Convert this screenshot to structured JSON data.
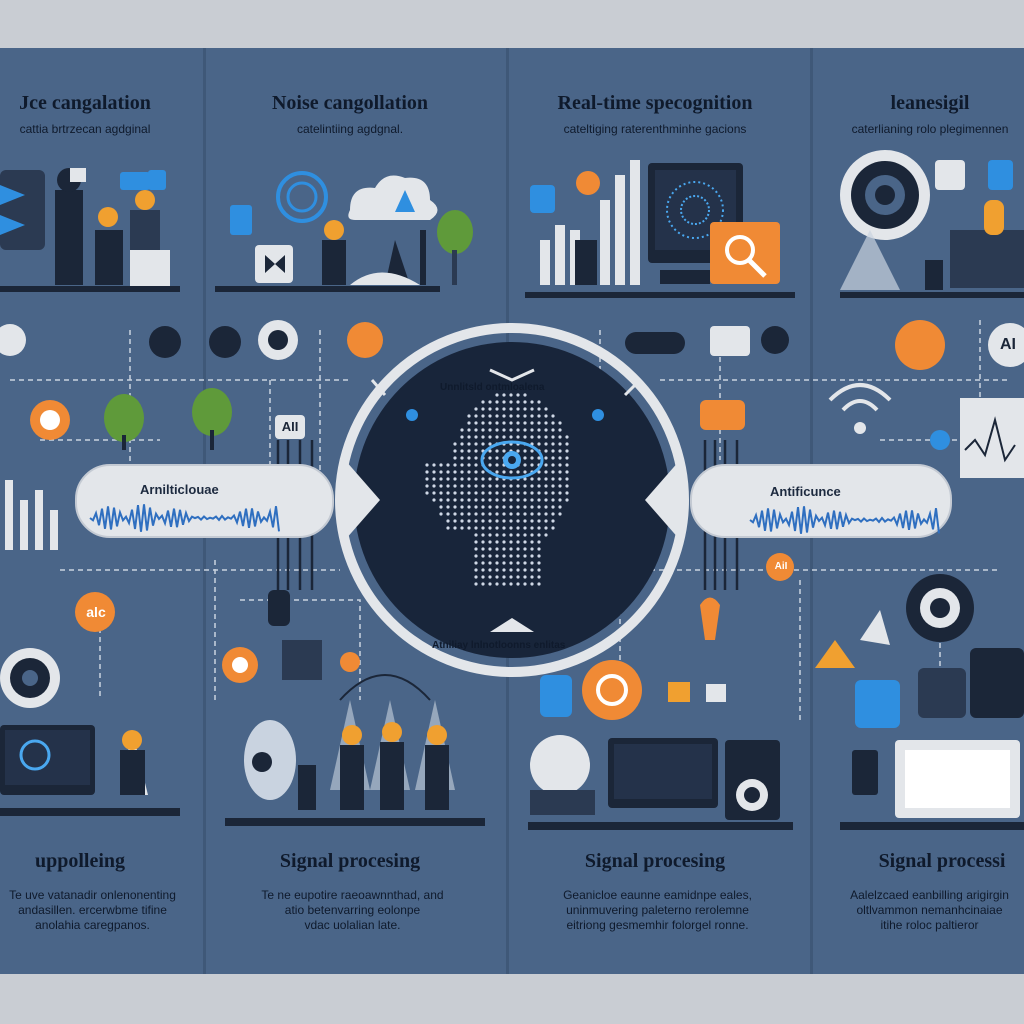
{
  "panels": [
    {
      "title": "Jce cangalation",
      "subtitle": "cattia brtrzecan agdginal",
      "footer_title": "uppolleing",
      "footer_text": "Te uve vatanadir onlenonenting\nandasillen. ercerwbme tifine\nanolahia caregpanos."
    },
    {
      "title": "Noise cangollation",
      "subtitle": "catelintiing agdgnal.",
      "footer_title": "Signal procesing",
      "footer_text": "Te ne eupotire raeoawnnthad, and\natio betenvarring eolonpe\nvdac uolalian late."
    },
    {
      "title": "Real-time specognition",
      "subtitle": "cateltiging raterenthminhe gacions",
      "footer_title": "Signal procesing",
      "footer_text": "Geanicloe eaunne eamidnpe eales,\nuninmuvering paleterno rerolemne\neitriong gesmemhir folorgel ronne."
    },
    {
      "title": "leanesigil",
      "subtitle": "caterlianing rolo plegimennen",
      "footer_title": "Signal processi",
      "footer_text": "Aalelzcaed eanbilling arigirgin\noltlvammon nemanhcinaiae\nitihe roloc paltieror"
    }
  ],
  "banners": {
    "left_label": "Arnilticlouae",
    "right_label": "Antificunce"
  },
  "center": {
    "top_label": "Unnlitsld ontmloalena",
    "bottom_label": "Atniliay lnlnotloonns enlitas"
  },
  "badges": {
    "ai_left": "AII",
    "ai_right": "AI",
    "alc": "alc",
    "aii": "AiI"
  },
  "colors": {
    "background": "#4a6588",
    "accent_orange": "#f08a35",
    "accent_blue": "#2f8fe0",
    "dark": "#1b2638",
    "light": "#e3e6ea"
  }
}
